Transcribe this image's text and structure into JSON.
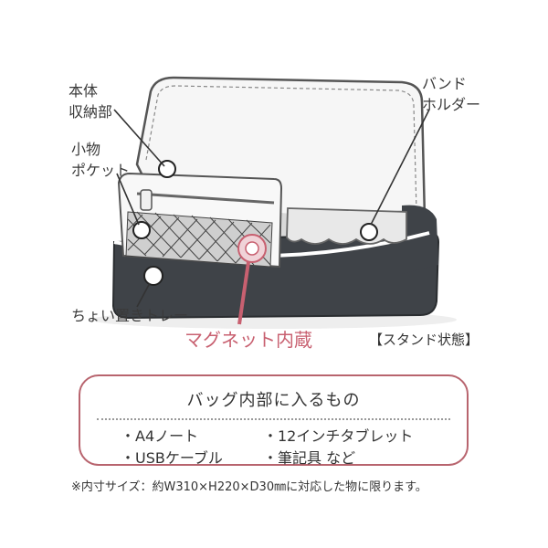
{
  "labels": {
    "body_storage": [
      "本体",
      "収納部"
    ],
    "pocket": [
      "小物",
      "ポケット"
    ],
    "band_holder": [
      "バンド",
      "ホルダー"
    ],
    "tray": "ちょい置きトレー",
    "magnet": "マグネット内蔵",
    "stand": "【スタンド状態】"
  },
  "contents": {
    "title": "バッグ内部に入るもの",
    "items": [
      "・A4ノート",
      "・12インチタブレット",
      "・USBケーブル",
      "・筆記具 など"
    ]
  },
  "footnote": "※内寸サイズ：約W310×H220×D30㎜に対応した物に限ります。",
  "colors": {
    "accent": "#b8646e",
    "bag_dark": "#3f4348",
    "bag_light": "#f4f4f4",
    "magnet_text": "#c86070"
  }
}
